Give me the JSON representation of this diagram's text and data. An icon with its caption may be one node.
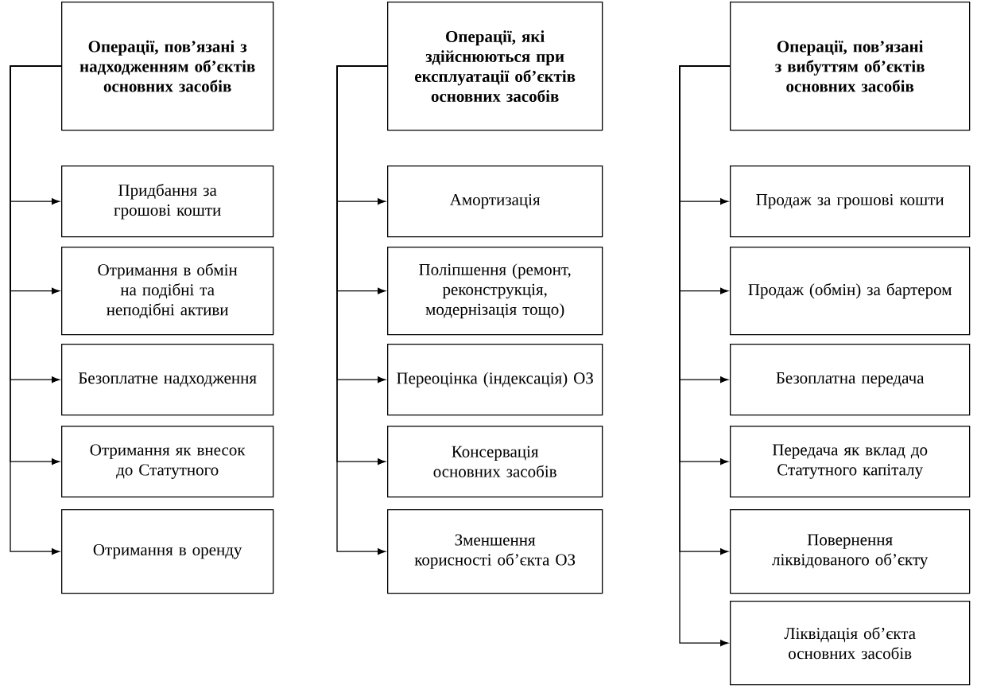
{
  "diagram": {
    "nodes": [
      {
        "text": [
          "Операції, пов’язані з надходженням об’єктів основних засобів"
        ]
      },
      {
        "text": [
          "Придбання за грошові кошти"
        ]
      },
      {
        "text": [
          "Отримання в обмін на подібні та неподібні активи"
        ]
      },
      {
        "text": [
          "Безоплатне надходження"
        ]
      },
      {
        "text": [
          "Отримання як внесок до Статутного"
        ]
      },
      {
        "text": [
          "Отримання в оренду"
        ]
      },
      {
        "text": [
          "Операції, які здійснюються при експлуатації об’єктів основних засобів"
        ]
      },
      {
        "text": [
          "Амортизація"
        ]
      },
      {
        "text": [
          "Поліпшення (ремонт, реконструкція, модернізація тощо)"
        ]
      },
      {
        "text": [
          "Переоцінка (індексація) ОЗ"
        ]
      },
      {
        "text": [
          "Консервація основних засобів"
        ]
      },
      {
        "text": [
          "Зменшення корисності об’єкта ОЗ"
        ]
      },
      {
        "text": [
          "Операції, пов’язані з вибуттям об’єктів основних засобів"
        ]
      },
      {
        "text": [
          "Продаж за грошові кошти"
        ]
      },
      {
        "text": [
          "Продаж (обмін) за бартером"
        ]
      },
      {
        "text": [
          "Безоплатна передача"
        ]
      },
      {
        "text": [
          "Передача як вклад до Статутного капіталу"
        ]
      },
      {
        "text": [
          "Повернення ліквідованого об’єкту"
        ]
      },
      {
        "text": [
          "Ліквідація об’єкта основних засобів"
        ]
      }
    ],
    "edges": [
      {
        "from": 0,
        "to": 1,
        "arrow": "to"
      },
      {
        "from": 0,
        "to": 2,
        "arrow": "to"
      },
      {
        "from": 0,
        "to": 3,
        "arrow": "to"
      },
      {
        "from": 0,
        "to": 4,
        "arrow": "to"
      },
      {
        "from": 0,
        "to": 5,
        "arrow": "to"
      },
      {
        "from": 6,
        "to": 7,
        "arrow": "to"
      },
      {
        "from": 6,
        "to": 8,
        "arrow": "to"
      },
      {
        "from": 6,
        "to": 9,
        "arrow": "to"
      },
      {
        "from": 6,
        "to": 10,
        "arrow": "to"
      },
      {
        "from": 6,
        "to": 11,
        "arrow": "to"
      },
      {
        "from": 12,
        "to": 13,
        "arrow": "to"
      },
      {
        "from": 12,
        "to": 14,
        "arrow": "to"
      },
      {
        "from": 12,
        "to": 15,
        "arrow": "to"
      },
      {
        "from": 12,
        "to": 16,
        "arrow": "to"
      },
      {
        "from": 12,
        "to": 17,
        "arrow": "to"
      },
      {
        "from": 12,
        "to": 18,
        "arrow": "to"
      }
    ]
  }
}
